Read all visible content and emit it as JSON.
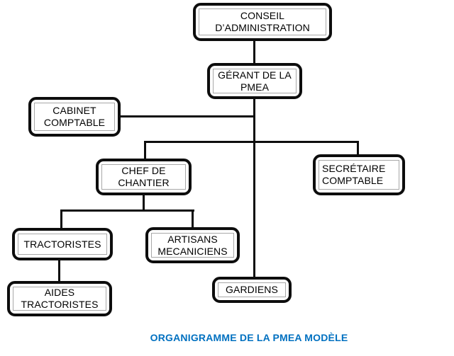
{
  "title": "Organigramme",
  "caption": {
    "text": "ORGANIGRAMME DE LA PMEA MODÈLE",
    "color": "#0070C0"
  },
  "colors": {
    "background": "#ffffff",
    "line": "#0d0d0d",
    "box_border": "#0d0d0d",
    "inner_frame_border": "#a8a8a8",
    "text": "#000000",
    "caption_blue": "#0070C0"
  },
  "nodes": {
    "conseil": {
      "label": "CONSEIL D’ADMINISTRATION"
    },
    "gerant": {
      "label": "GÉRANT DE LA PMEA"
    },
    "cabinet": {
      "label": "CABINET COMPTABLE"
    },
    "chef": {
      "label": "CHEF DE CHANTIER"
    },
    "secretaire": {
      "label": "SECRÉTAIRE COMPTABLE"
    },
    "tractoristes": {
      "label": "TRACTORISTES"
    },
    "artisans": {
      "label": "ARTISANS MECANICIENS"
    },
    "gardiens": {
      "label": "GARDIENS"
    },
    "aides": {
      "label": "AIDES TRACTORISTES"
    }
  },
  "edges": [
    {
      "from": "conseil",
      "to": "gerant"
    },
    {
      "from": "gerant",
      "to": "cabinet"
    },
    {
      "from": "gerant",
      "to": "chef"
    },
    {
      "from": "gerant",
      "to": "secretaire"
    },
    {
      "from": "gerant",
      "to": "gardiens"
    },
    {
      "from": "chef",
      "to": "tractoristes"
    },
    {
      "from": "chef",
      "to": "artisans"
    },
    {
      "from": "tractoristes",
      "to": "aides"
    }
  ]
}
